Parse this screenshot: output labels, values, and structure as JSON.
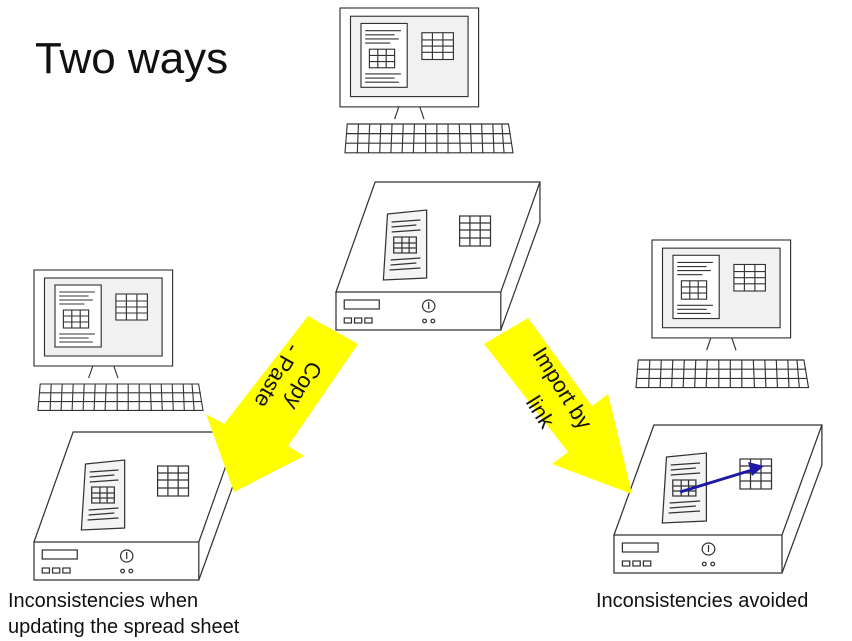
{
  "slide": {
    "title": "Two ways",
    "arrows": {
      "copy_paste": {
        "line1": "Copy",
        "line2": "- Paste",
        "color": "#ffff00"
      },
      "import_link": {
        "line1": "Import by",
        "line2": "link",
        "color": "#ffff00"
      }
    },
    "captions": {
      "left_line1": "Inconsistencies when",
      "left_line2": "updating the spread sheet",
      "right": "Inconsistencies avoided"
    },
    "link_arrow_color": "#1a1aa6"
  }
}
